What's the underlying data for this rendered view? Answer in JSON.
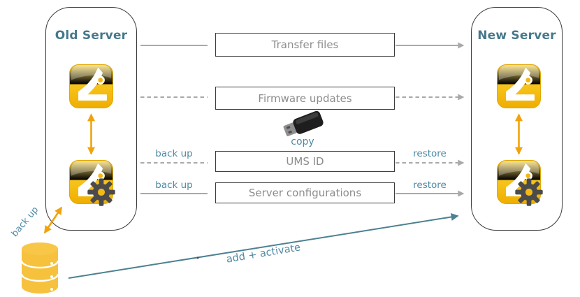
{
  "old_server": {
    "title": "Old Server"
  },
  "new_server": {
    "title": "New Server"
  },
  "steps": [
    {
      "label": "Transfer files",
      "link_style": "solid"
    },
    {
      "label": "Firmware updates",
      "link_style": "dashed"
    },
    {
      "label": "UMS ID",
      "link_style": "dashed",
      "left_label": "back up",
      "right_label": "restore"
    },
    {
      "label": "Server configurations",
      "link_style": "solid",
      "left_label": "back up",
      "right_label": "restore"
    }
  ],
  "usb": {
    "label": "copy"
  },
  "database": {
    "label": "DB",
    "backup_label": "back up"
  },
  "migration_arrow": {
    "label": "add + activate"
  },
  "icons": [
    "ums-console-icon",
    "ums-server-icon",
    "usb-stick-icon",
    "database-icon",
    "sync-arrow-icon",
    "gear-icon"
  ],
  "colors": {
    "title_teal": "#45788b",
    "label_teal": "#4e89a4",
    "db_text_teal": "#2d6674",
    "line_gray": "#a9a9a9",
    "box_border": "#3d3d3d",
    "box_text_gray": "#8c8c8c",
    "orange": "#f1a30b",
    "brand_yellow": "#f5b800",
    "migration_teal": "#4c8191",
    "db_yellow": "#f6c13d"
  }
}
